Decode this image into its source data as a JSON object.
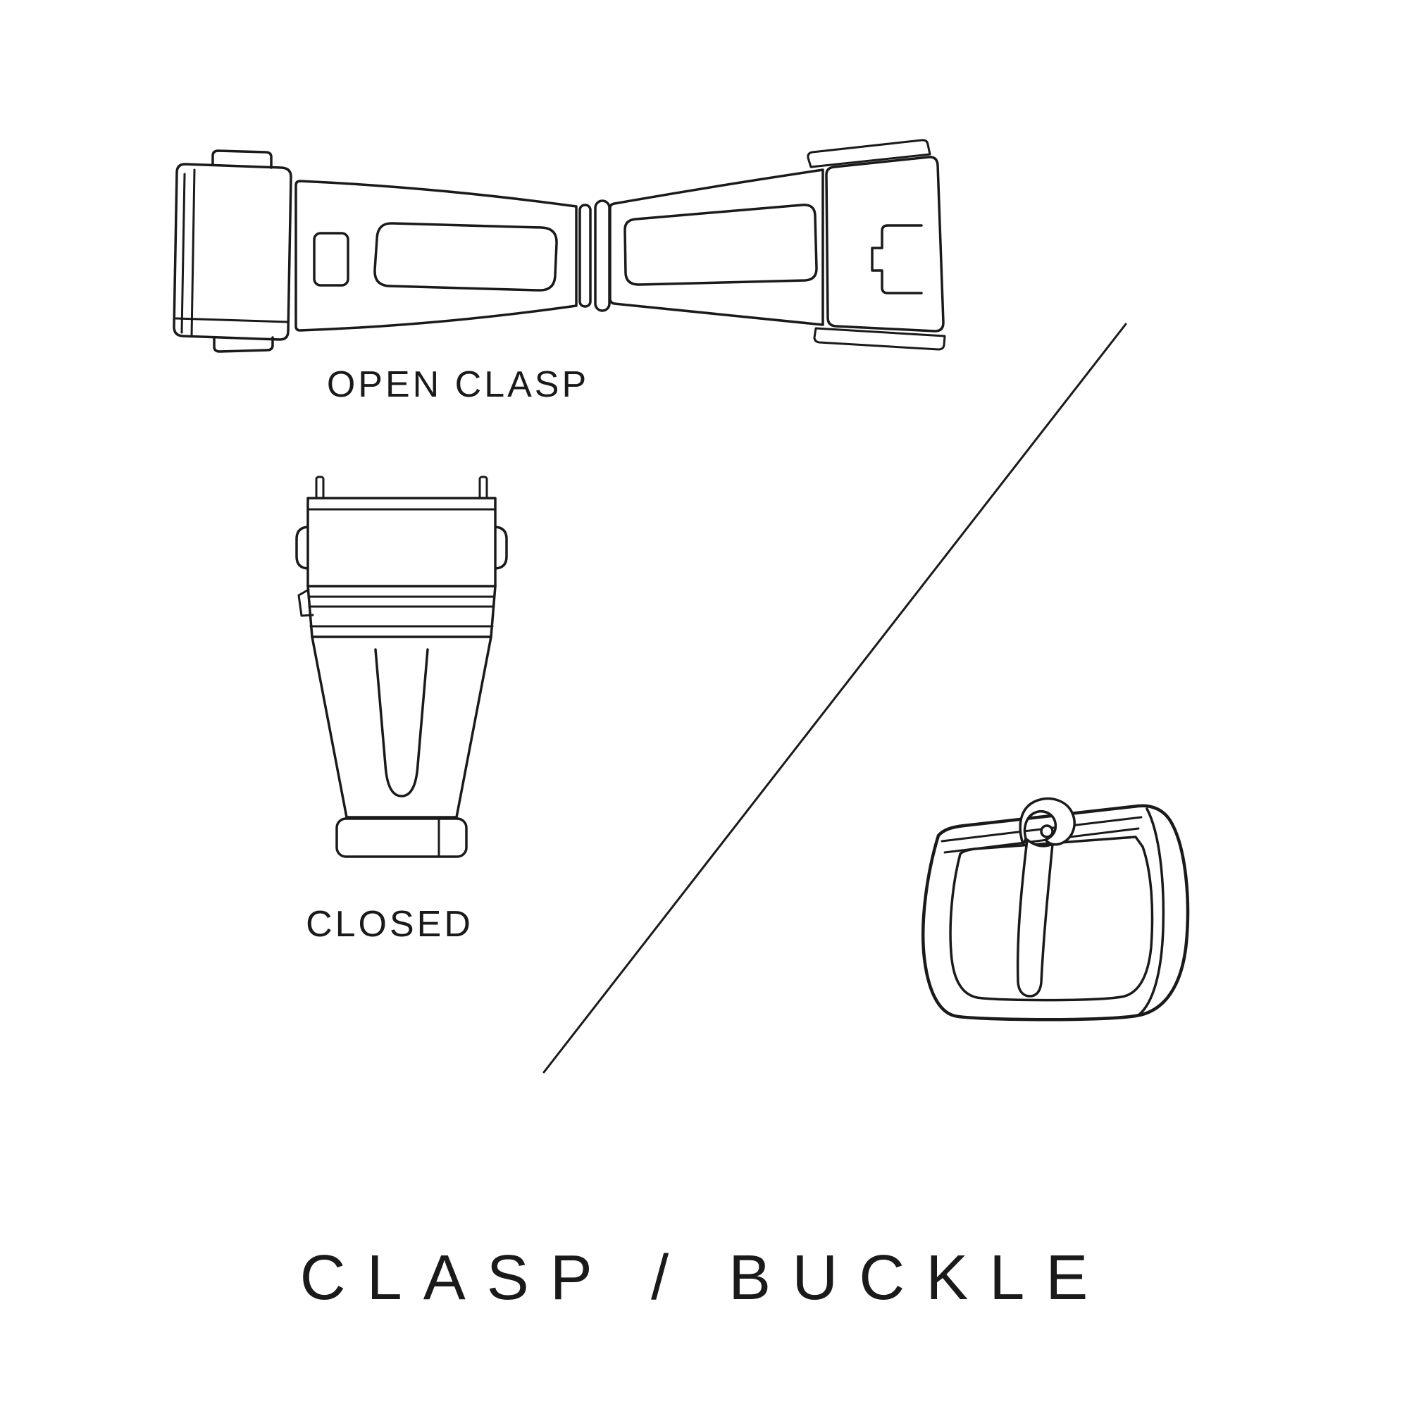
{
  "title": "CLASP / BUCKLE",
  "colors": {
    "background": "#ffffff",
    "line": "#1a1a1a",
    "text": "#1a1a1a"
  },
  "figures": [
    {
      "id": "open-clasp",
      "caption": "OPEN CLASP"
    },
    {
      "id": "closed-clasp",
      "caption": "CLOSED"
    },
    {
      "id": "tang-buckle",
      "caption": ""
    }
  ]
}
